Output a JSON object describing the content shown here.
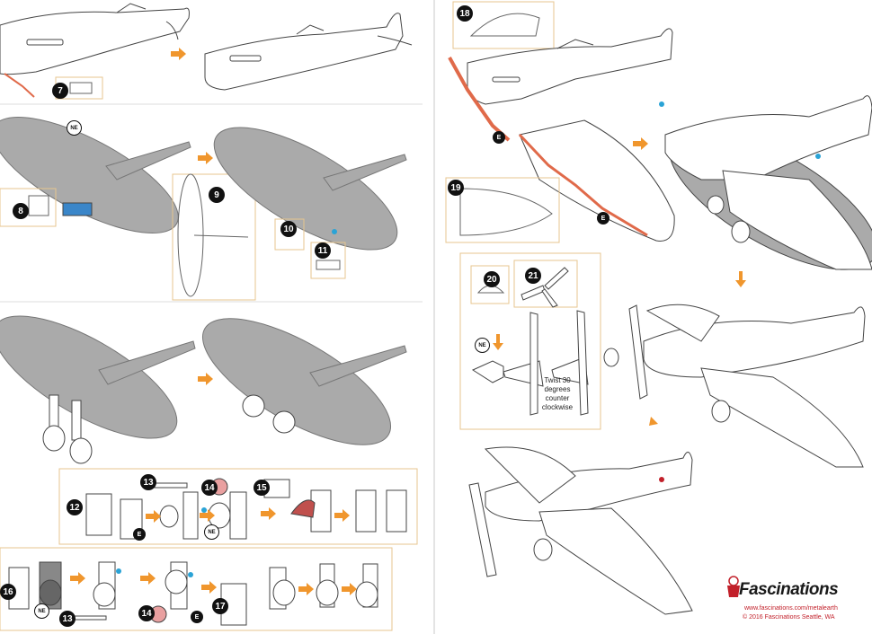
{
  "steps": {
    "s7": "7",
    "s8": "8",
    "s9": "9",
    "s10": "10",
    "s11": "11",
    "s12": "12",
    "s13a": "13",
    "s13b": "13",
    "s14a": "14",
    "s14b": "14",
    "s15": "15",
    "s16": "16",
    "s17": "17",
    "s18": "18",
    "s19": "19",
    "s20": "20",
    "s21": "21"
  },
  "badges": {
    "ne": "NE",
    "e": "E"
  },
  "instruction": {
    "twist": "Twist 30 degrees counter clockwise"
  },
  "brand": {
    "name": "Fascinations",
    "url": "www.fascinations.com/metalearth",
    "copyright": "© 2016 Fascinations Seattle, WA"
  },
  "colors": {
    "arrow": "#f0962d",
    "box_border": "#e7c58f",
    "accent_red": "#e06a4a",
    "dot_blue": "#2aa3d6",
    "wing_gray": "#aaaaaa",
    "outline": "#444444"
  }
}
